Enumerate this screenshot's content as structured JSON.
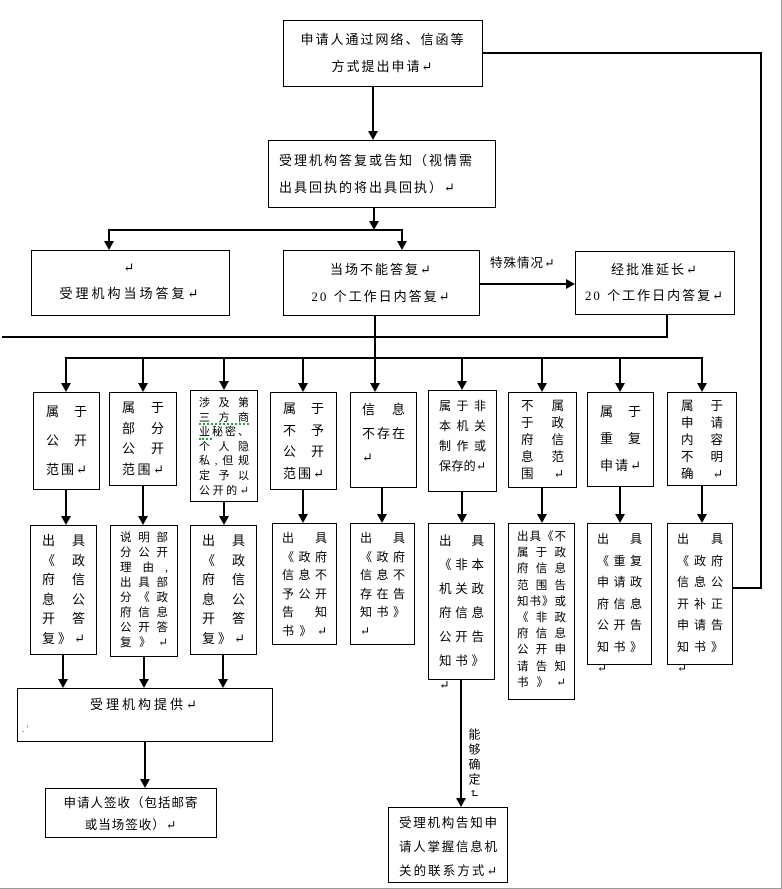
{
  "nodes": {
    "apply": "申请人通过网络、信函等\n方式提出申请↵",
    "reply": "受理机构答复或告知（视情需\n出具回执的将出具回执）↵",
    "onspot": "↵\n受理机构当场答复↵",
    "cannot": "当场不能答复↵\n20 个工作日内答复↵",
    "extend": "经批准延长↵\n20 个工作日内答复↵",
    "provide": "受理机构提供↵",
    "provide_stray_mark": ". '",
    "sign": "申请人签收（包括邮寄\n或当场签收）↵",
    "inform": "受理机构告知申\n请人掌握信息机\n关的联系方式↵"
  },
  "labels": {
    "special_case": "特殊情况↵",
    "able_to_determine": "能够确定↵"
  },
  "branches": [
    {
      "id": "public-scope",
      "text": "属于\n公开\n范围↵"
    },
    {
      "id": "partial-public",
      "text": "属于\n部分\n公开\n范围↵"
    },
    {
      "id": "third-party-secret",
      "text": "涉及第\n三方商\n业秘密、\n个人隐\n私,但规\n定予以\n公开的↵"
    },
    {
      "id": "non-disclosure",
      "text": "属于\n不予\n公开\n范围↵"
    },
    {
      "id": "info-not-exist",
      "text": "信息\n不存在↵"
    },
    {
      "id": "not-this-agency",
      "text": "属于非\n本机关\n制作或\n保存的↵"
    },
    {
      "id": "not-gov-info",
      "text": "不属\n于政\n府信\n息范\n围↵"
    },
    {
      "id": "repeat-application",
      "text": "属于\n重复\n申请↵"
    },
    {
      "id": "unclear-content",
      "text": "属于\n申请\n内容\n不明\n确↵"
    }
  ],
  "issues": [
    {
      "id": "disclosure-reply-1",
      "text": "出具\n《政\n府信\n息公\n开答\n复》↵"
    },
    {
      "id": "partial-disclosure-reply",
      "text": "说明部\n分公开\n理由,\n出具部\n分《政\n府信息\n公开答\n复》↵"
    },
    {
      "id": "disclosure-reply-2",
      "text": "出具\n《政\n府信\n息公\n开答\n复》↵"
    },
    {
      "id": "non-disclosure-notice",
      "text": "出具\n《政府\n信息不\n予公开\n告知\n书》↵"
    },
    {
      "id": "not-exist-notice",
      "text": "出具\n《政府\n信息不\n存在告\n知书》↵"
    },
    {
      "id": "not-this-agency-notice",
      "text": "出具\n《非本\n机关政\n府信息\n公开告\n知书》↵"
    },
    {
      "id": "not-gov-info-notice",
      "text": "出具《不\n属于政\n府信息\n范围告\n知书》或\n《非政\n府信息\n公开申\n请告知\n书》↵"
    },
    {
      "id": "repeat-notice",
      "text": "出具\n《重复\n申请政\n府信息\n公开告\n知书》↵"
    },
    {
      "id": "correction-notice",
      "text": "出具\n《政府\n信息公\n开补正\n申请告\n知书》↵"
    }
  ]
}
